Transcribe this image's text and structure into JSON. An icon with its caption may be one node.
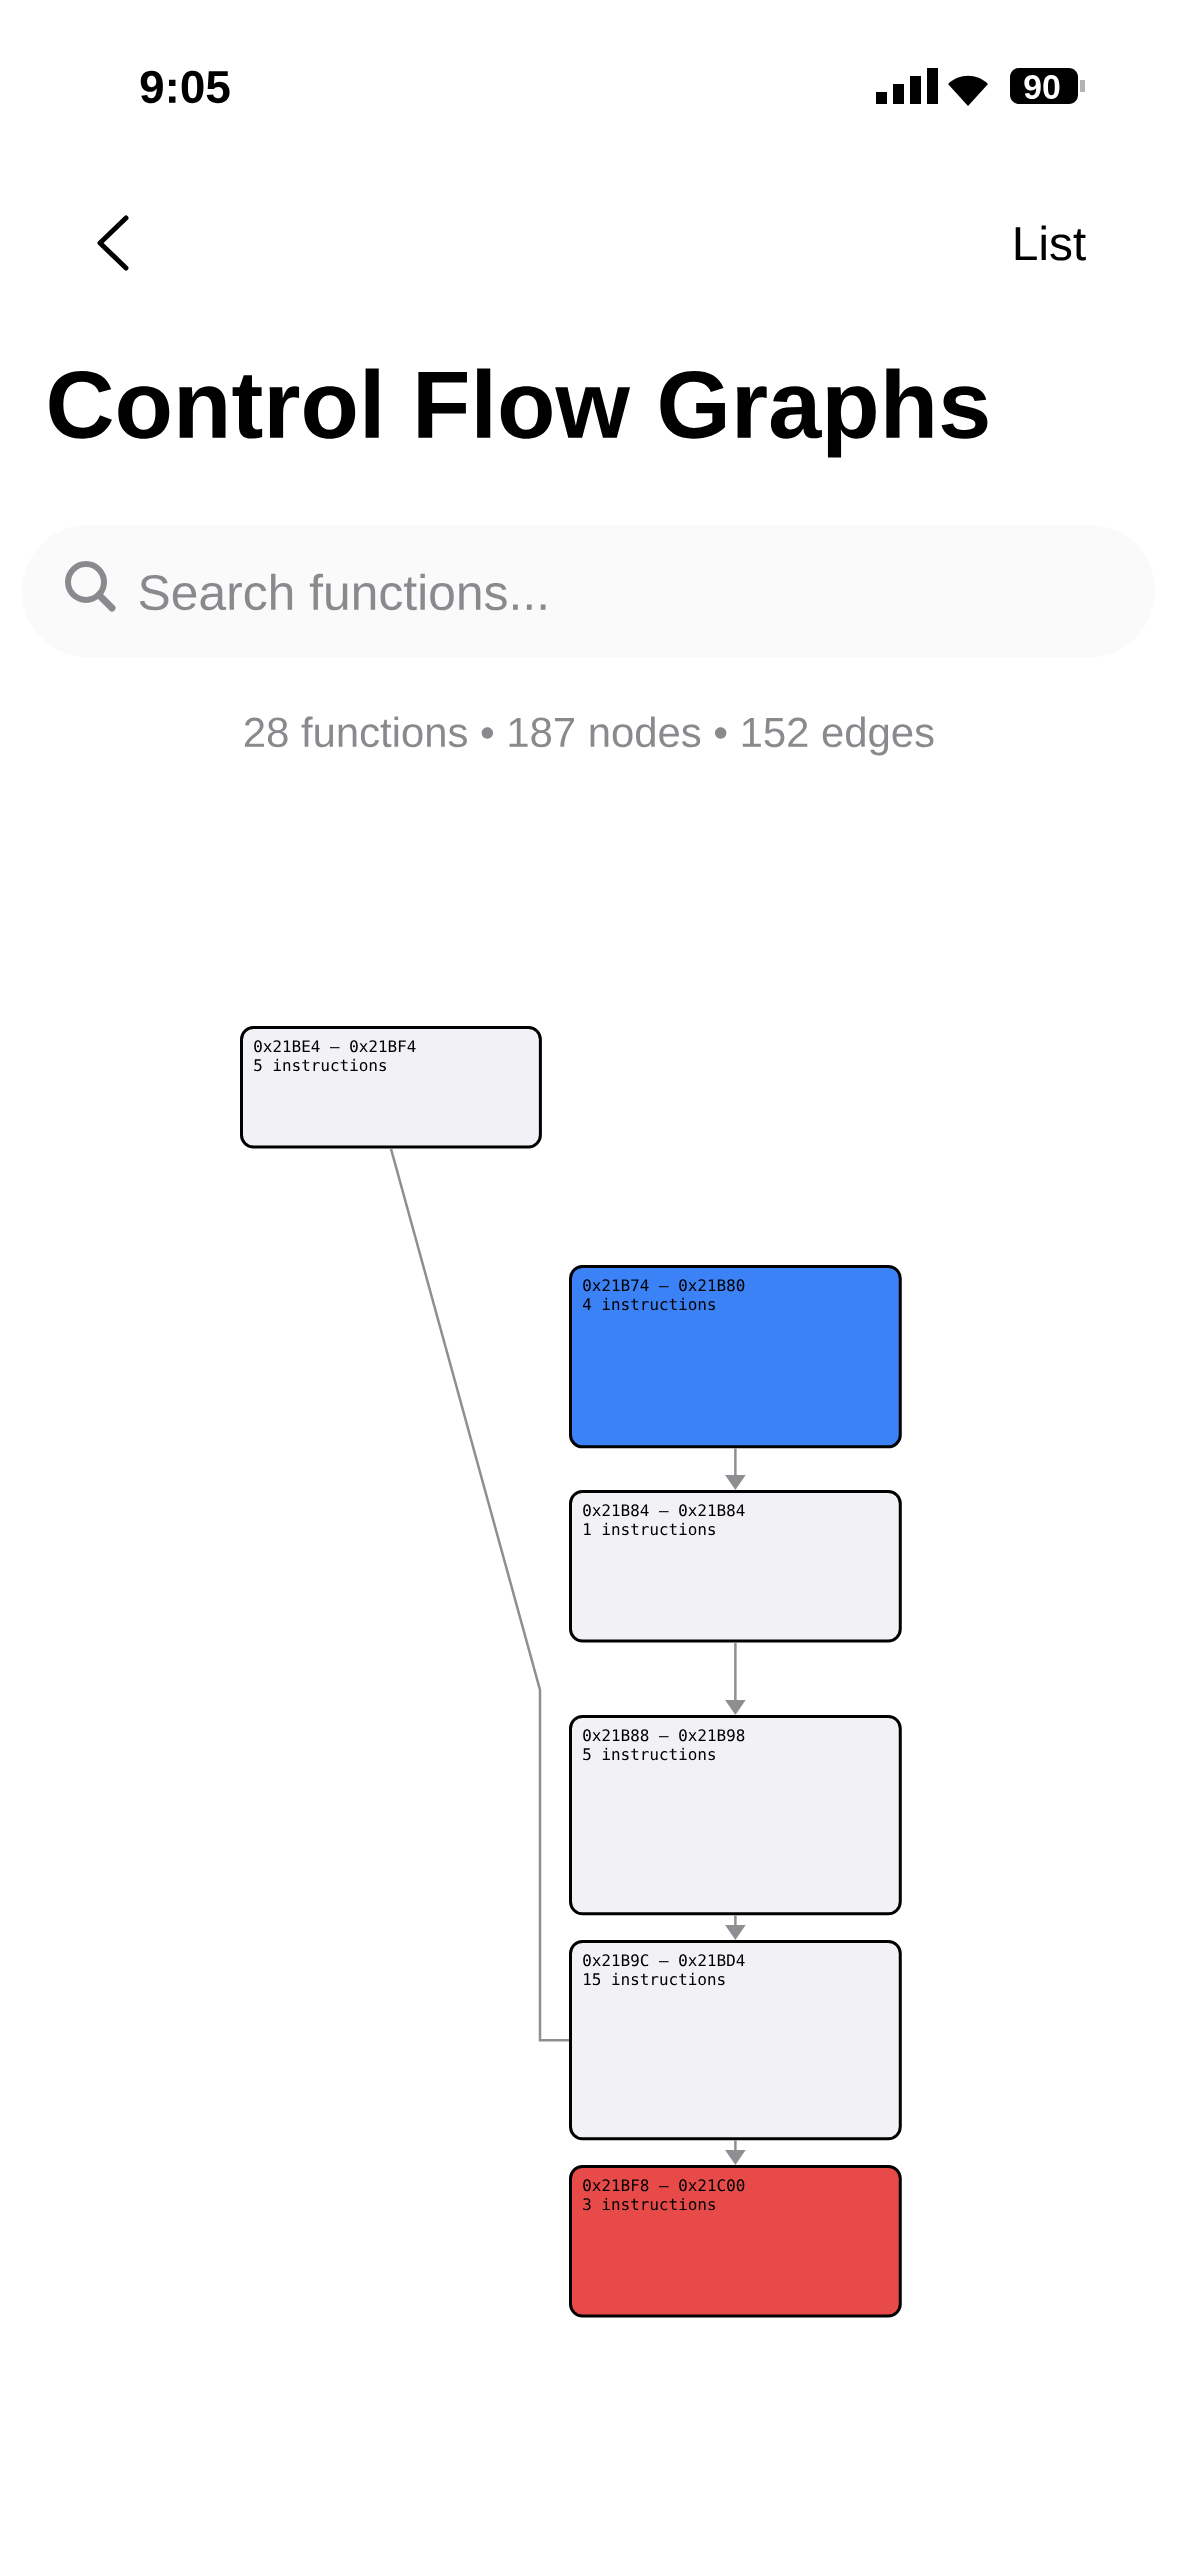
{
  "diagram": {
    "title": "Control Flow Graphs",
    "nodes": [
      {
        "text": [
          "0x21BE4 – 0x21BF4",
          "5 instructions"
        ]
      },
      {
        "text": [
          "0x21B74 – 0x21B80",
          "4 instructions"
        ]
      },
      {
        "text": [
          "0x21B84 – 0x21B84",
          "1 instructions"
        ]
      },
      {
        "text": [
          "0x21B88 – 0x21B98",
          "5 instructions"
        ]
      },
      {
        "text": [
          "0x21B9C – 0x21BD4",
          "15 instructions"
        ]
      },
      {
        "text": [
          "0x21BF8 – 0x21C00",
          "3 instructions"
        ]
      }
    ],
    "edges": [
      {
        "from": 0,
        "to": 4,
        "arrow": "none"
      },
      {
        "from": 1,
        "to": 2,
        "arrow": "to"
      },
      {
        "from": 2,
        "to": 3,
        "arrow": "to"
      },
      {
        "from": 3,
        "to": 4,
        "arrow": "to"
      },
      {
        "from": 4,
        "to": 5,
        "arrow": "to"
      }
    ],
    "labels": [
      "9:05",
      "90",
      "List",
      "Search functions...",
      "28 functions • 187 nodes • 152 edges"
    ]
  }
}
